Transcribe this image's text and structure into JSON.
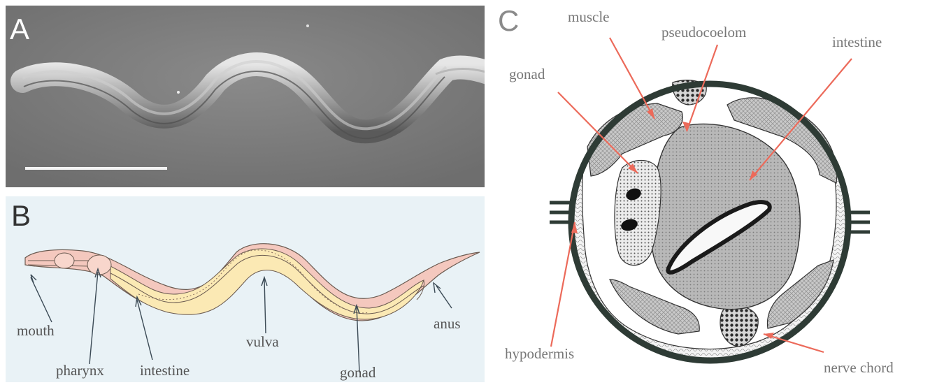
{
  "panels": {
    "a": {
      "letter": "A"
    },
    "b": {
      "letter": "B",
      "labels": {
        "mouth": "mouth",
        "pharynx": "pharynx",
        "intestine": "intestine",
        "vulva": "vulva",
        "gonad": "gonad",
        "anus": "anus"
      }
    },
    "c": {
      "letter": "C",
      "labels": {
        "muscle": "muscle",
        "pseudocoelom": "pseudocoelom",
        "intestine": "intestine",
        "gonad": "gonad",
        "hypodermis": "hypodermis",
        "nerve_chord": "nerve chord"
      }
    }
  },
  "colors": {
    "photo_bg": "#7e7e7e",
    "schematic_bg": "#e9f2f6",
    "body_pink": "#f4c8be",
    "body_yellow": "#fbe9b4",
    "annotation_arrow": "#ec6a5a",
    "cuticle": "#2e3b35",
    "label_text": "#555555"
  }
}
